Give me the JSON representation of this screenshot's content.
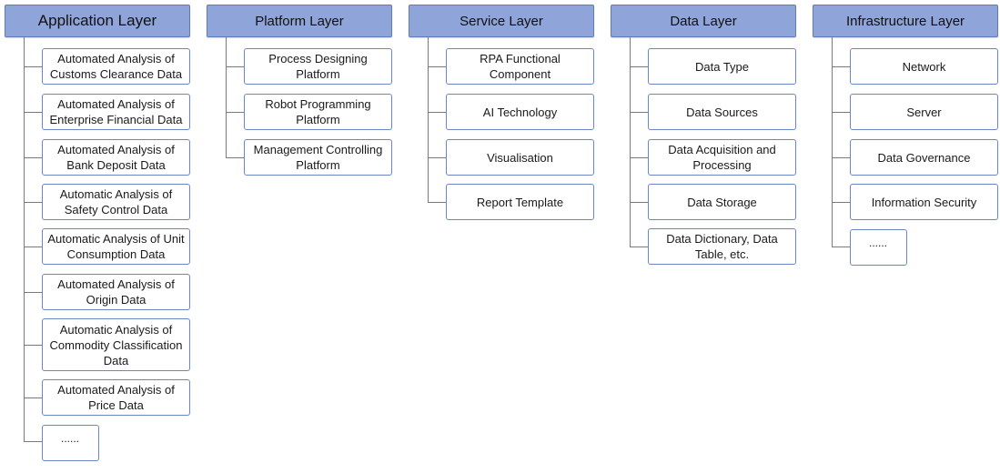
{
  "columns": [
    {
      "header": "Application Layer",
      "items": [
        "Automated Analysis of Customs Clearance Data",
        "Automated Analysis of Enterprise Financial Data",
        "Automated Analysis of Bank Deposit Data",
        "Automatic Analysis of Safety Control Data",
        "Automatic Analysis of Unit Consumption Data",
        "Automated Analysis of Origin Data",
        "Automatic Analysis of Commodity Classification Data",
        "Automated Analysis of Price Data",
        "......"
      ]
    },
    {
      "header": "Platform Layer",
      "items": [
        "Process Designing Platform",
        "Robot Programming Platform",
        "Management Controlling Platform"
      ]
    },
    {
      "header": "Service Layer",
      "items": [
        "RPA Functional Component",
        "AI Technology",
        "Visualisation",
        "Report Template"
      ]
    },
    {
      "header": "Data Layer",
      "items": [
        "Data Type",
        "Data Sources",
        "Data Acquisition and Processing",
        "Data Storage",
        "Data Dictionary, Data Table, etc."
      ]
    },
    {
      "header": "Infrastructure Layer",
      "items": [
        "Network",
        "Server",
        "Data Governance",
        "Information Security",
        "......"
      ]
    }
  ]
}
